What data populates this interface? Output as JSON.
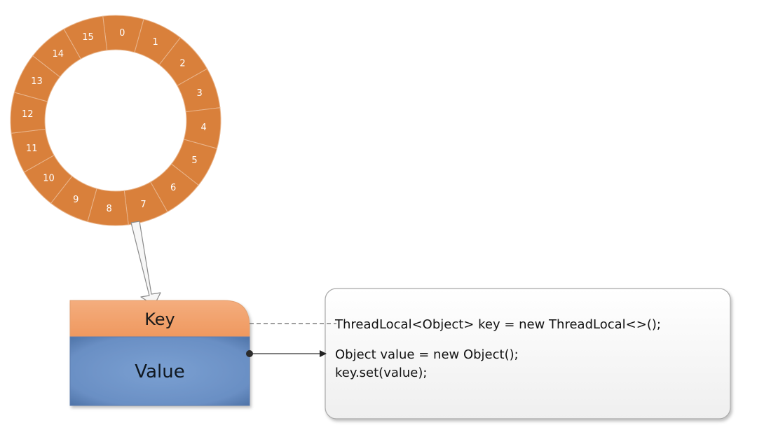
{
  "ring": {
    "slots": [
      "0",
      "1",
      "2",
      "3",
      "4",
      "5",
      "6",
      "7",
      "8",
      "9",
      "10",
      "11",
      "12",
      "13",
      "14",
      "15"
    ],
    "color": "#d9803b",
    "divider_color": "#e9b58c"
  },
  "entry": {
    "key_label": "Key",
    "value_label": "Value",
    "key_color": "#f2a26d",
    "value_color": "#6b8fc2"
  },
  "code": {
    "key_line": "ThreadLocal<Object> key = new ThreadLocal<>();",
    "value_line": "Object value = new Object();",
    "set_line": "key.set(value);"
  }
}
